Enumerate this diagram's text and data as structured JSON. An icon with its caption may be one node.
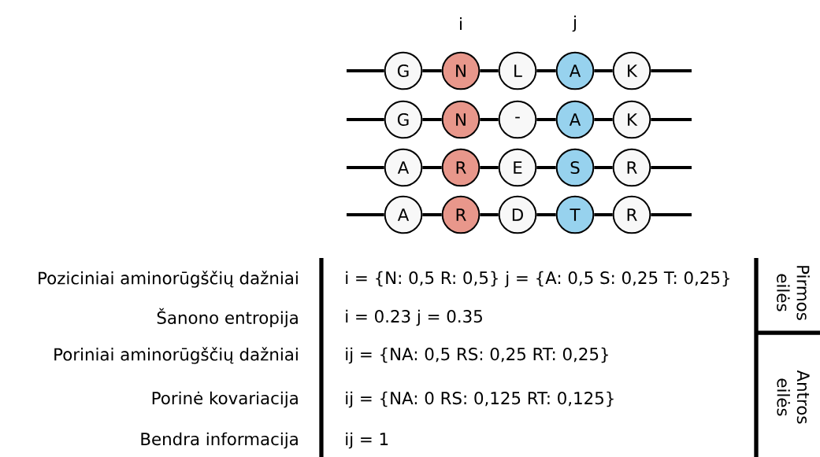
{
  "diagram": {
    "nodes": [
      {
        "text": [
          "G"
        ]
      },
      {
        "text": [
          "N"
        ]
      },
      {
        "text": [
          "L"
        ]
      },
      {
        "text": [
          "A"
        ]
      },
      {
        "text": [
          "K"
        ]
      },
      {
        "text": [
          "G"
        ]
      },
      {
        "text": [
          "N"
        ]
      },
      {
        "text": [
          "-"
        ]
      },
      {
        "text": [
          "A"
        ]
      },
      {
        "text": [
          "K"
        ]
      },
      {
        "text": [
          "A"
        ]
      },
      {
        "text": [
          "R"
        ]
      },
      {
        "text": [
          "E"
        ]
      },
      {
        "text": [
          "S"
        ]
      },
      {
        "text": [
          "R"
        ]
      },
      {
        "text": [
          "A"
        ]
      },
      {
        "text": [
          "R"
        ]
      },
      {
        "text": [
          "D"
        ]
      },
      {
        "text": [
          "T"
        ]
      },
      {
        "text": [
          "R"
        ]
      },
      {
        "text": [
          "Pirmos eilės"
        ]
      },
      {
        "text": [
          "Antros eilės"
        ]
      }
    ],
    "edges": [
      {
        "from": null,
        "to": 0,
        "arrow": "none"
      },
      {
        "from": 0,
        "to": 1,
        "arrow": "none"
      },
      {
        "from": 1,
        "to": 2,
        "arrow": "none"
      },
      {
        "from": 2,
        "to": 3,
        "arrow": "none"
      },
      {
        "from": 3,
        "to": 4,
        "arrow": "none"
      },
      {
        "from": 4,
        "to": null,
        "arrow": "none"
      },
      {
        "from": null,
        "to": 5,
        "arrow": "none"
      },
      {
        "from": 5,
        "to": 6,
        "arrow": "none"
      },
      {
        "from": 6,
        "to": 7,
        "arrow": "none"
      },
      {
        "from": 7,
        "to": 8,
        "arrow": "none"
      },
      {
        "from": 8,
        "to": 9,
        "arrow": "none"
      },
      {
        "from": 9,
        "to": null,
        "arrow": "none"
      },
      {
        "from": null,
        "to": 10,
        "arrow": "none"
      },
      {
        "from": 10,
        "to": 11,
        "arrow": "none"
      },
      {
        "from": 11,
        "to": 12,
        "arrow": "none"
      },
      {
        "from": 12,
        "to": 13,
        "arrow": "none"
      },
      {
        "from": 13,
        "to": 14,
        "arrow": "none"
      },
      {
        "from": 14,
        "to": null,
        "arrow": "none"
      },
      {
        "from": null,
        "to": 15,
        "arrow": "none"
      },
      {
        "from": 15,
        "to": 16,
        "arrow": "none"
      },
      {
        "from": 16,
        "to": 17,
        "arrow": "none"
      },
      {
        "from": 17,
        "to": 18,
        "arrow": "none"
      },
      {
        "from": 18,
        "to": 19,
        "arrow": "none"
      },
      {
        "from": 19,
        "to": null,
        "arrow": "none"
      }
    ],
    "labels": [
      "i",
      "j",
      "Poziciniai aminorūgščių dažniai",
      "i = {N: 0,5 R: 0,5}  j = {A: 0,5 S: 0,25 T: 0,25}",
      "Šanono entropija",
      "i = 0.23  j = 0.35",
      "Poriniai aminorūgščių dažniai",
      "ij = {NA: 0,5 RS: 0,25 RT: 0,25}",
      "Porinė kovariacija",
      "ij = {NA: 0 RS: 0,125 RT: 0,125}",
      "Bendra informacija",
      "ij = 1"
    ]
  }
}
